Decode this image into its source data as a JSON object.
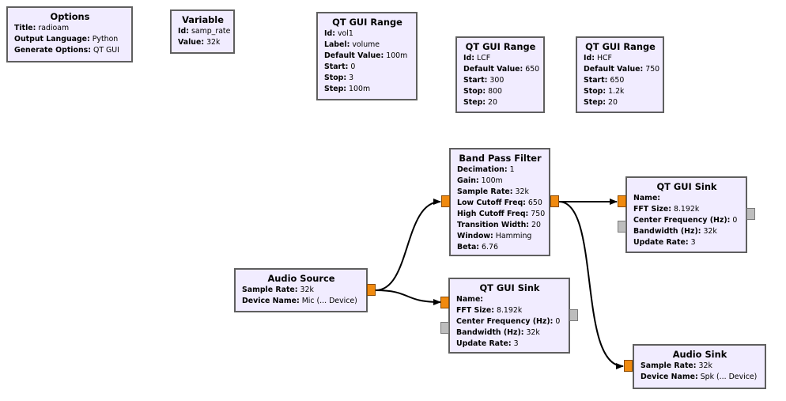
{
  "blocks": {
    "options": {
      "title": "Options",
      "rows": [
        {
          "label": "Title:",
          "value": "radioam"
        },
        {
          "label": "Output Language:",
          "value": "Python"
        },
        {
          "label": "Generate Options:",
          "value": "QT GUI"
        }
      ]
    },
    "variable": {
      "title": "Variable",
      "rows": [
        {
          "label": "Id:",
          "value": "samp_rate"
        },
        {
          "label": "Value:",
          "value": "32k"
        }
      ]
    },
    "range_vol": {
      "title": "QT GUI Range",
      "rows": [
        {
          "label": "Id:",
          "value": "vol1"
        },
        {
          "label": "Label:",
          "value": "volume"
        },
        {
          "label": "Default Value:",
          "value": "100m"
        },
        {
          "label": "Start:",
          "value": "0"
        },
        {
          "label": "Stop:",
          "value": "3"
        },
        {
          "label": "Step:",
          "value": "100m"
        }
      ]
    },
    "range_lcf": {
      "title": "QT GUI Range",
      "rows": [
        {
          "label": "Id:",
          "value": "LCF"
        },
        {
          "label": "Default Value:",
          "value": "650"
        },
        {
          "label": "Start:",
          "value": "300"
        },
        {
          "label": "Stop:",
          "value": "800"
        },
        {
          "label": "Step:",
          "value": "20"
        }
      ]
    },
    "range_hcf": {
      "title": "QT GUI Range",
      "rows": [
        {
          "label": "Id:",
          "value": "HCF"
        },
        {
          "label": "Default Value:",
          "value": "750"
        },
        {
          "label": "Start:",
          "value": "650"
        },
        {
          "label": "Stop:",
          "value": "1.2k"
        },
        {
          "label": "Step:",
          "value": "20"
        }
      ]
    },
    "band_pass": {
      "title": "Band Pass Filter",
      "rows": [
        {
          "label": "Decimation:",
          "value": "1"
        },
        {
          "label": "Gain:",
          "value": "100m"
        },
        {
          "label": "Sample Rate:",
          "value": "32k"
        },
        {
          "label": "Low Cutoff Freq:",
          "value": "650"
        },
        {
          "label": "High Cutoff Freq:",
          "value": "750"
        },
        {
          "label": "Transition Width:",
          "value": "20"
        },
        {
          "label": "Window:",
          "value": "Hamming"
        },
        {
          "label": "Beta:",
          "value": "6.76"
        }
      ]
    },
    "sink_top": {
      "title": "QT GUI Sink",
      "rows": [
        {
          "label": "Name:",
          "value": ""
        },
        {
          "label": "FFT Size:",
          "value": "8.192k"
        },
        {
          "label": "Center Frequency (Hz):",
          "value": "0"
        },
        {
          "label": "Bandwidth (Hz):",
          "value": "32k"
        },
        {
          "label": "Update Rate:",
          "value": "3"
        }
      ]
    },
    "audio_source": {
      "title": "Audio Source",
      "rows": [
        {
          "label": "Sample Rate:",
          "value": "32k"
        },
        {
          "label": "Device Name:",
          "value": "Mic (... Device)"
        }
      ]
    },
    "sink_mid": {
      "title": "QT GUI Sink",
      "rows": [
        {
          "label": "Name:",
          "value": ""
        },
        {
          "label": "FFT Size:",
          "value": "8.192k"
        },
        {
          "label": "Center Frequency (Hz):",
          "value": "0"
        },
        {
          "label": "Bandwidth (Hz):",
          "value": "32k"
        },
        {
          "label": "Update Rate:",
          "value": "3"
        }
      ]
    },
    "audio_sink": {
      "title": "Audio Sink",
      "rows": [
        {
          "label": "Sample Rate:",
          "value": "32k"
        },
        {
          "label": "Device Name:",
          "value": "Spk (... Device)"
        }
      ]
    }
  },
  "colors": {
    "block_fill": "#f1ecff",
    "block_border": "#5f5f5f",
    "port_stream": "#f08a0f",
    "port_message": "#bdbdbd",
    "wire": "#000000"
  }
}
